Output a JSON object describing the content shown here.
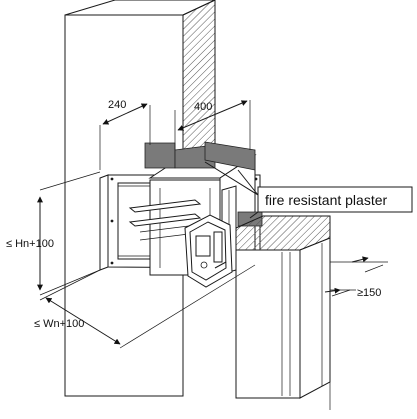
{
  "labels": {
    "dim_240": "240",
    "dim_400": "400",
    "callout": "fire resistant plaster",
    "height": "≤ Hn+100",
    "width": "≤ Wn+100",
    "offset": "≥150"
  },
  "colors": {
    "line": "#1a1a1a",
    "plaster": "#7a7a7a",
    "hatch": "#555555",
    "background": "#ffffff"
  }
}
